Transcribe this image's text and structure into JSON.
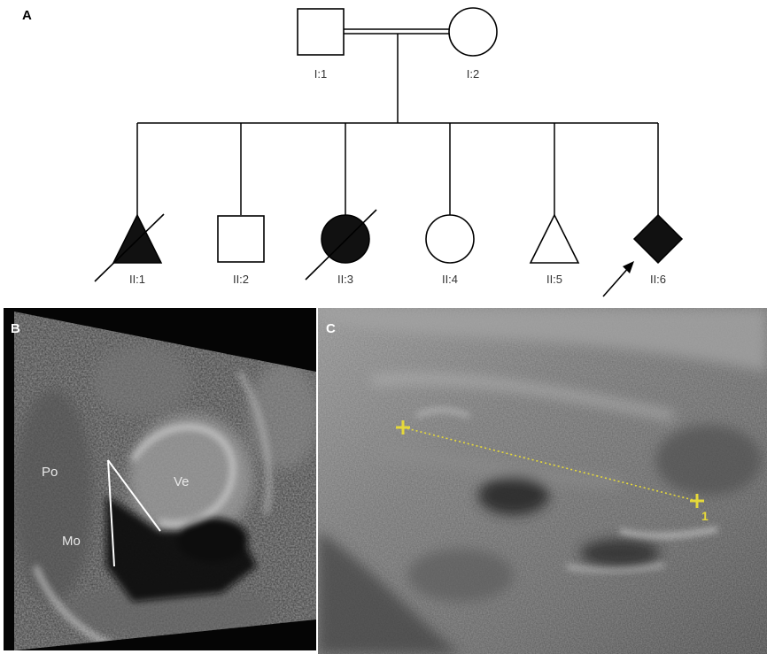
{
  "figure": {
    "panels": [
      {
        "id": "A",
        "letter": "A"
      },
      {
        "id": "B",
        "letter": "B"
      },
      {
        "id": "C",
        "letter": "C"
      }
    ]
  },
  "pedigree": {
    "generation1": [
      {
        "id": "I:1",
        "label": "I:1",
        "shape": "square",
        "affected": false,
        "deceased": false
      },
      {
        "id": "I:2",
        "label": "I:2",
        "shape": "circle",
        "affected": false,
        "deceased": false
      }
    ],
    "consanguineous_union": true,
    "generation2": [
      {
        "id": "II:1",
        "label": "II:1",
        "shape": "triangle",
        "affected": true,
        "deceased": true,
        "proband": false
      },
      {
        "id": "II:2",
        "label": "II:2",
        "shape": "square",
        "affected": false,
        "deceased": false,
        "proband": false
      },
      {
        "id": "II:3",
        "label": "II:3",
        "shape": "circle",
        "affected": true,
        "deceased": true,
        "proband": false
      },
      {
        "id": "II:4",
        "label": "II:4",
        "shape": "circle",
        "affected": false,
        "deceased": false,
        "proband": false
      },
      {
        "id": "II:5",
        "label": "II:5",
        "shape": "triangle",
        "affected": false,
        "deceased": false,
        "proband": false
      },
      {
        "id": "II:6",
        "label": "II:6",
        "shape": "diamond",
        "affected": true,
        "deceased": false,
        "proband": true
      }
    ]
  },
  "ultrasound_b": {
    "labels": [
      {
        "key": "po",
        "text": "Po"
      },
      {
        "key": "mo",
        "text": "Mo"
      },
      {
        "key": "ve",
        "text": "Ve"
      }
    ]
  },
  "ultrasound_c": {
    "measurement_index": "1",
    "caliper_color": "#e6d93a"
  },
  "colors": {
    "ink": "#000000",
    "affected_fill": "#111111",
    "caliper": "#e6d93a"
  }
}
